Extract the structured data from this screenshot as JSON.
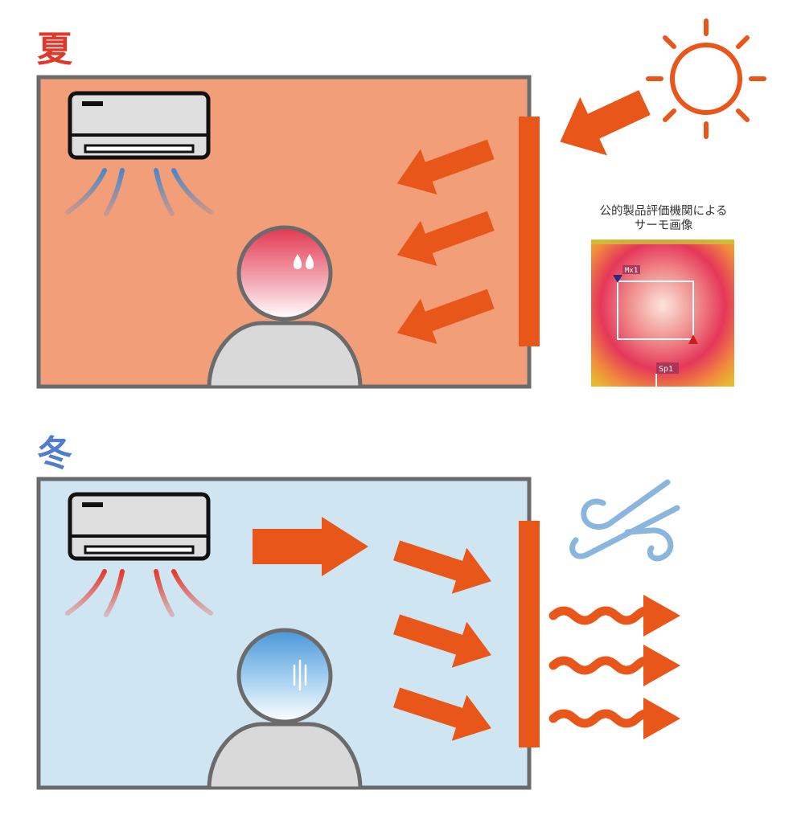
{
  "summer": {
    "label": "夏",
    "label_color": "#e0382a",
    "room_color": "#f29e79",
    "airflow_color": "#4f86c6"
  },
  "winter": {
    "label": "冬",
    "label_color": "#4f7ccc",
    "room_color": "#cfe5f1",
    "airflow_color": "#e33b2c"
  },
  "thermo": {
    "caption_line1": "公的製品評価機関による",
    "caption_line2": "サーモ画像",
    "marker_top": "Mx1",
    "marker_bottom": "Sp1"
  },
  "colors": {
    "arrow": "#e8561a",
    "wall": "#e8561a",
    "outline": "#6b6b6b",
    "body": "#d9d9d9",
    "wind": "#8ab6de"
  }
}
